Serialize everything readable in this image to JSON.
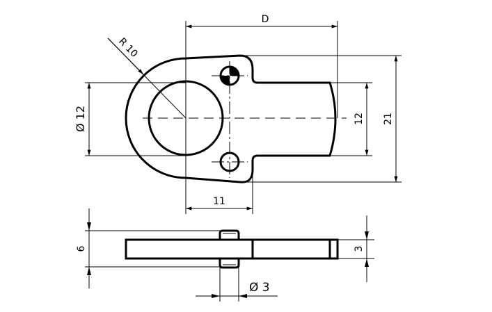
{
  "drawing": {
    "dimensions": {
      "d": "D",
      "radius": "R 10",
      "bore_dia": "Ø 12",
      "tab_width": "12",
      "overall_height": "21",
      "hole_offset": "11",
      "total_thickness": "6",
      "plate_thickness": "3",
      "pin_dia": "Ø 3"
    }
  }
}
